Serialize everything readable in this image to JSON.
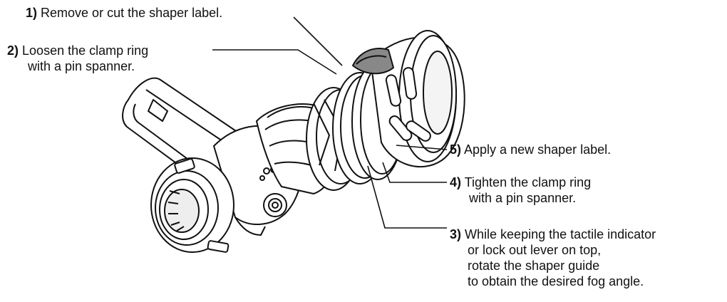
{
  "steps": [
    {
      "num": "1)",
      "line1": "Remove or cut the shaper label."
    },
    {
      "num": "2)",
      "line1": "Loosen the clamp ring",
      "line2": "with a pin spanner."
    },
    {
      "num": "3)",
      "line1": "While keeping the tactile indicator",
      "line2": "or lock out lever on top,",
      "line3": "rotate the shaper guide",
      "line4": "to obtain the desired fog angle."
    },
    {
      "num": "4)",
      "line1": "Tighten the clamp ring",
      "line2": "with a pin spanner."
    },
    {
      "num": "5)",
      "line1": "Apply a new shaper label."
    }
  ]
}
